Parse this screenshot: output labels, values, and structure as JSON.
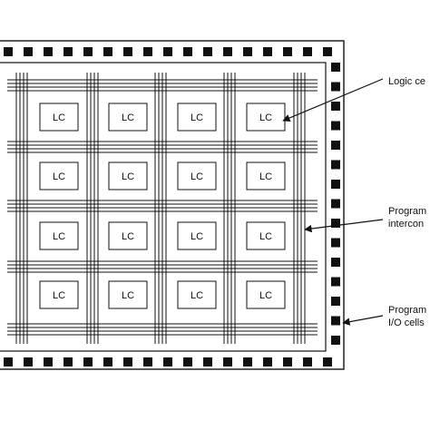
{
  "logic_cell_text": "LC",
  "labels": {
    "logic_cells": "Logic ce",
    "interconnect_line1": "Program",
    "interconnect_line2": "intercon",
    "io_line1": "Program",
    "io_line2": "I/O cells"
  },
  "colors": {
    "line": "#111111",
    "background": "#ffffff"
  }
}
